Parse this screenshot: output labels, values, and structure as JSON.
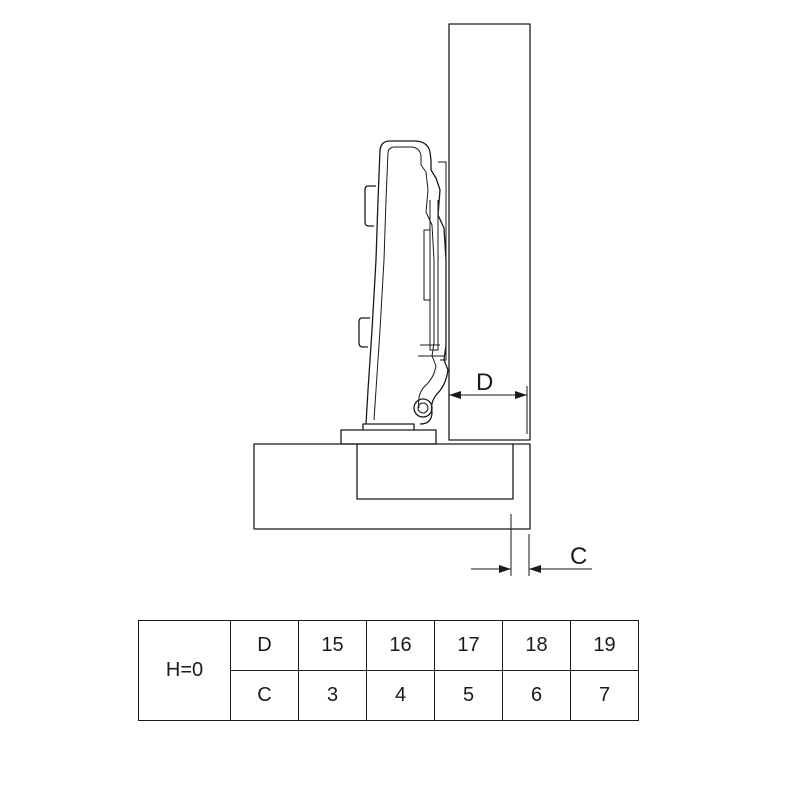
{
  "diagram": {
    "dimension_d": "D",
    "dimension_c": "C"
  },
  "table": {
    "condition": "H=0",
    "rows": [
      {
        "label": "D",
        "values": [
          "15",
          "16",
          "17",
          "18",
          "19"
        ]
      },
      {
        "label": "C",
        "values": [
          "3",
          "4",
          "5",
          "6",
          "7"
        ]
      }
    ]
  }
}
